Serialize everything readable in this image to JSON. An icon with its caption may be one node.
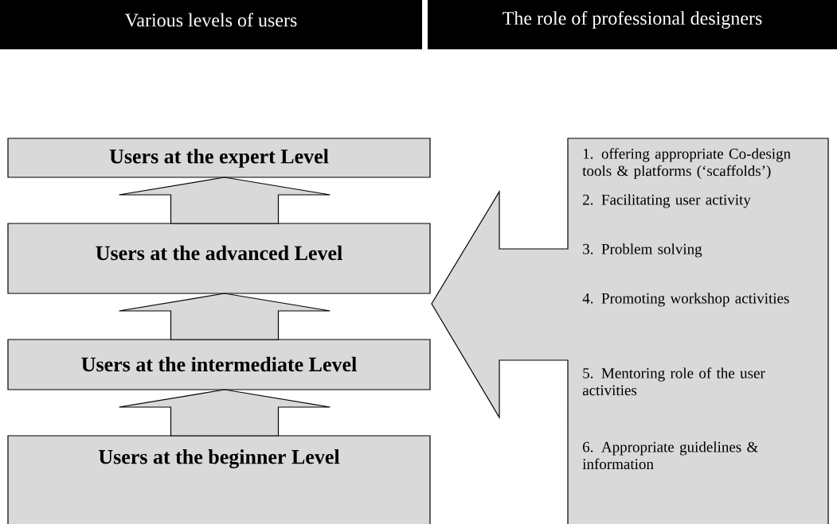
{
  "diagram": {
    "nodes": [
      {
        "text": [
          "Various levels of users"
        ]
      },
      {
        "text": [
          "The role of professional designers"
        ]
      },
      {
        "text": [
          "Users at the expert Level"
        ]
      },
      {
        "text": [
          "Users at the advanced Level"
        ]
      },
      {
        "text": [
          "Users at the intermediate Level"
        ]
      },
      {
        "text": [
          "Users at the beginner Level"
        ]
      },
      {
        "text": [
          "1. offering appropriate Co-design tools & platforms (‘scaffolds’)",
          "2. Facilitating user activity",
          "3. Problem solving",
          "4. Promoting workshop activities",
          "5. Mentoring role of the user activities",
          "6. Appropriate guidelines & information"
        ]
      }
    ],
    "edges": [
      {
        "from": 5,
        "to": 4,
        "arrow": "to"
      },
      {
        "from": 4,
        "to": 3,
        "arrow": "to"
      },
      {
        "from": 3,
        "to": 2,
        "arrow": "to"
      }
    ]
  }
}
